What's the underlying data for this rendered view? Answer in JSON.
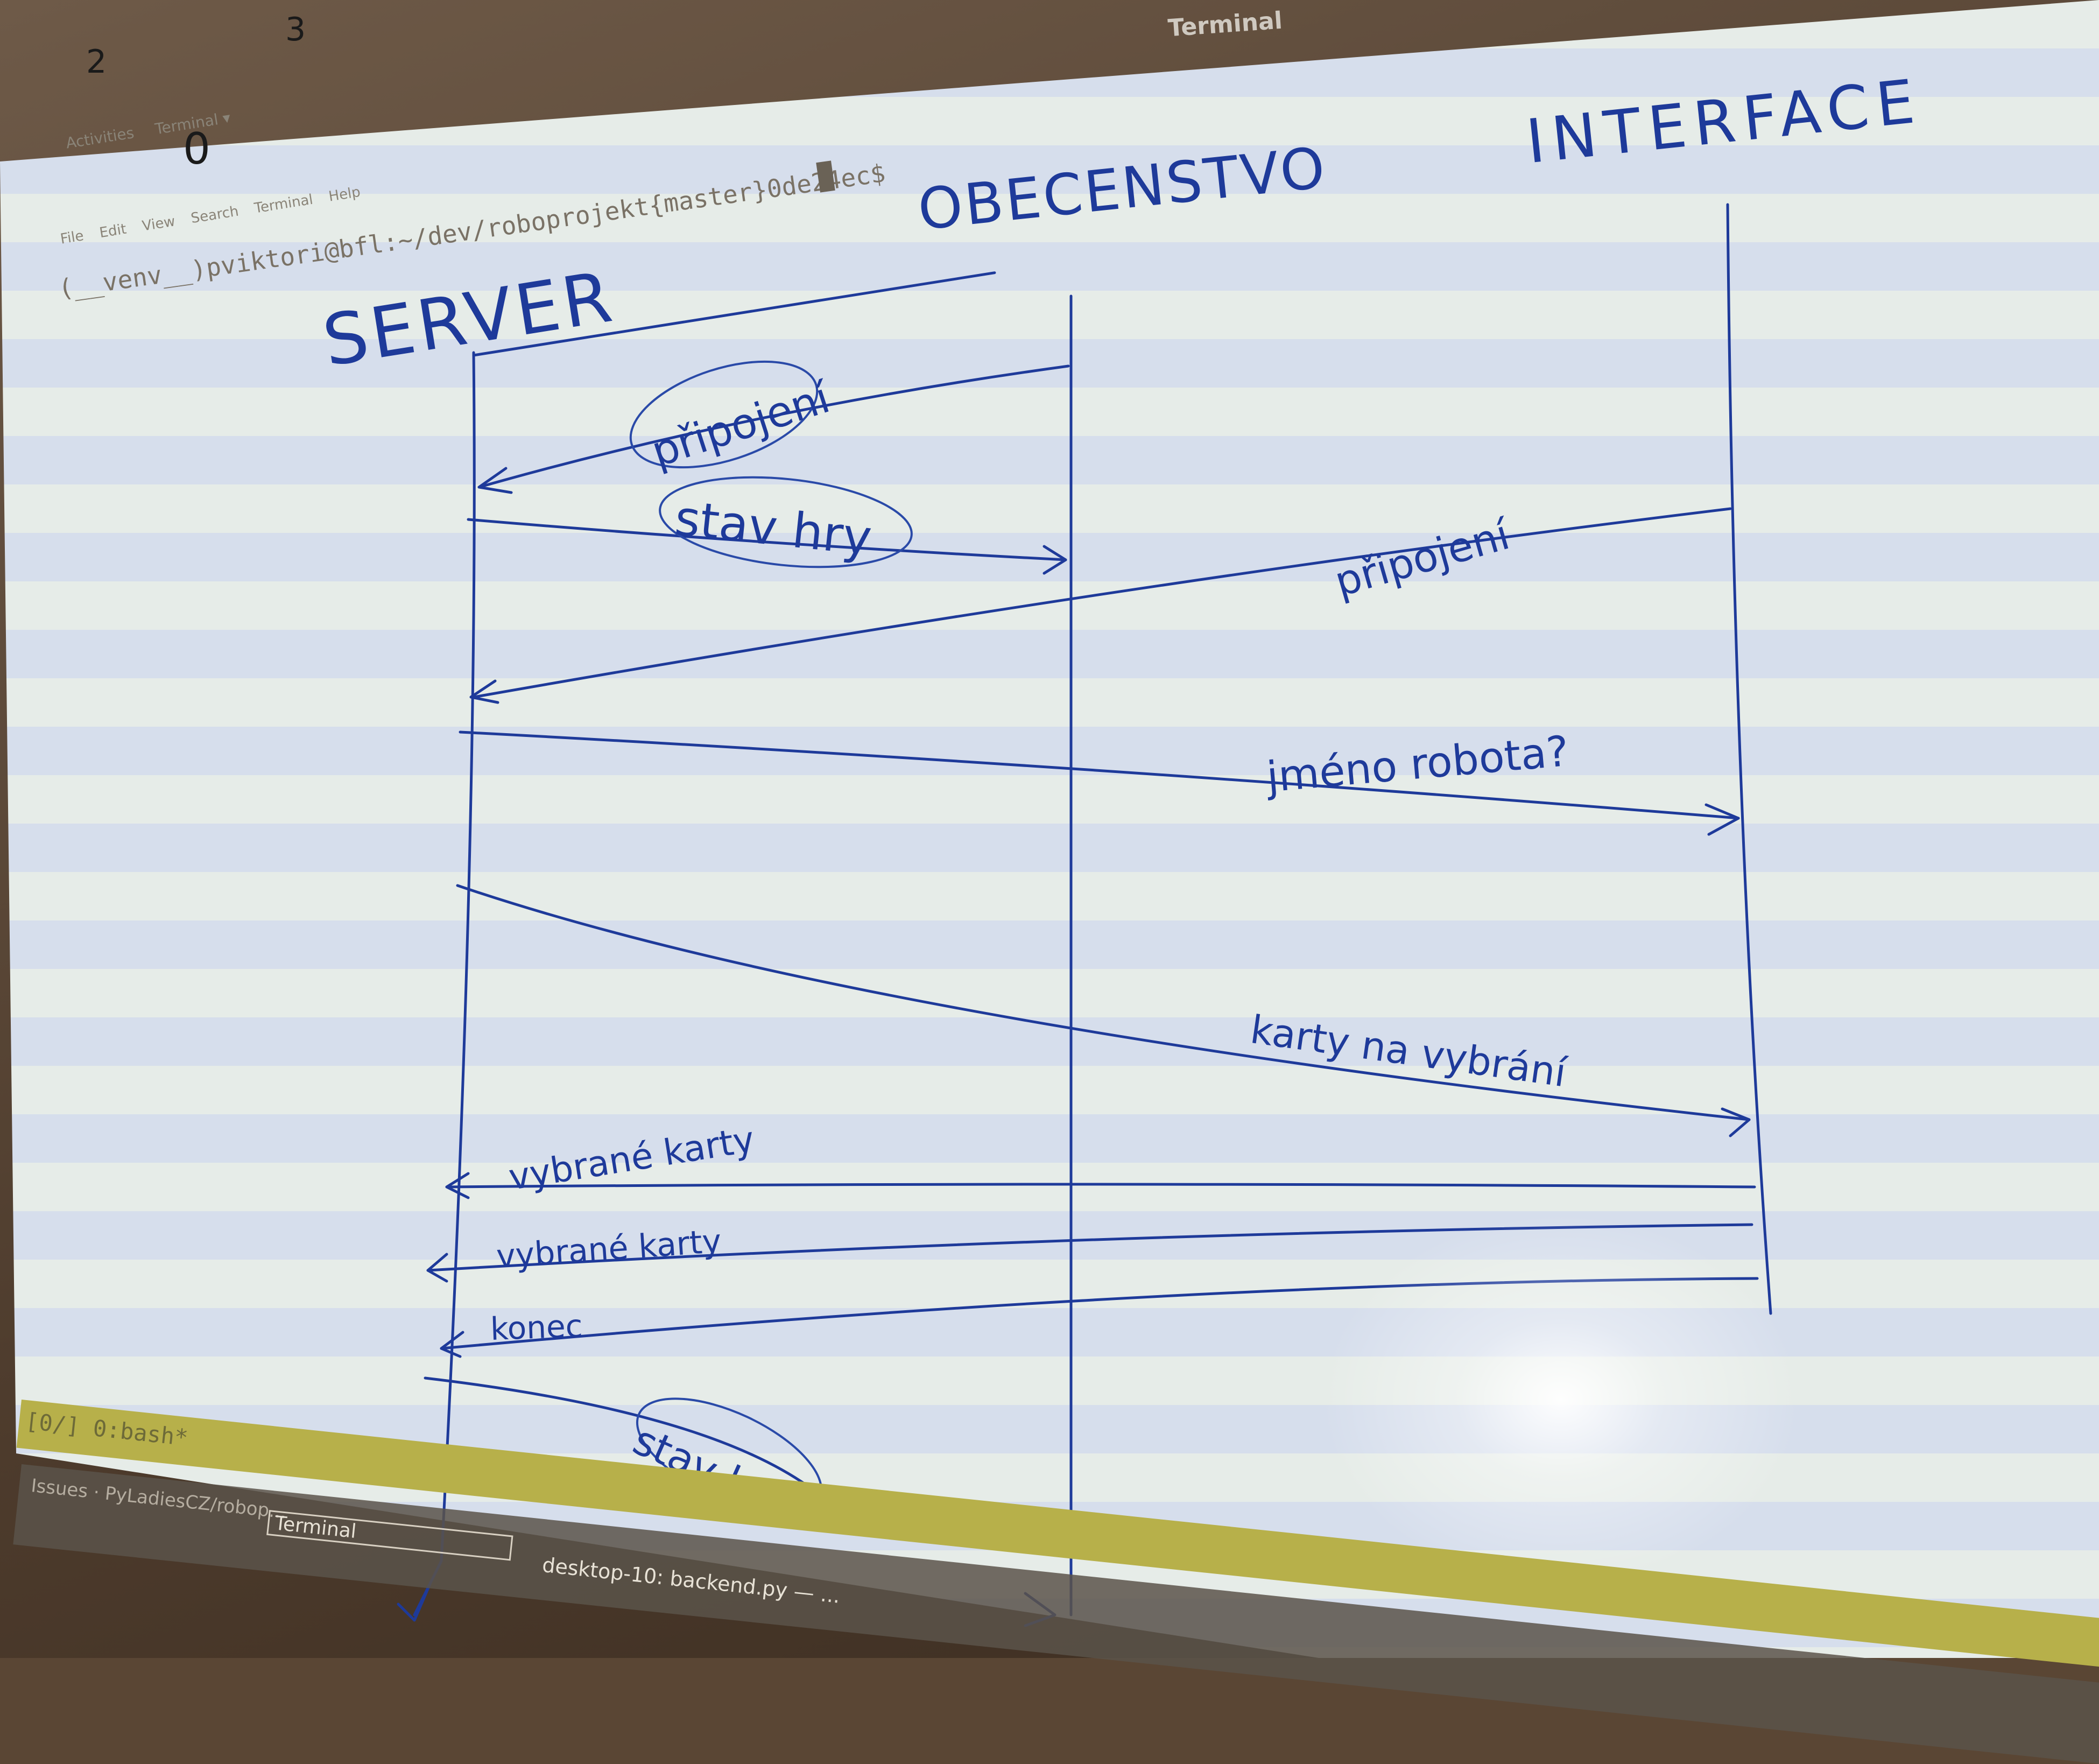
{
  "window_title": "Terminal",
  "topbar": {
    "activities": "Activities",
    "app_menu": "Terminal ▾"
  },
  "menu": [
    "File",
    "Edit",
    "View",
    "Search",
    "Terminal",
    "Help"
  ],
  "prompt": "(__venv__)pviktori@bfl:~/dev/roboprojekt{master}0de24ec$",
  "tmux_status": "[0/] 0:bash*",
  "taskbar": {
    "issues": "Issues · PyLadiesCZ/robop...",
    "terminal": "Terminal",
    "desktop": "desktop-10: backend.py — ..."
  },
  "marker_digits": [
    "2",
    "3",
    "0"
  ],
  "diagram": {
    "participants": [
      "SERVER",
      "OBECENSTVO",
      "INTERFACE"
    ],
    "messages": [
      {
        "label": "připojení",
        "from": "OBECENSTVO",
        "to": "SERVER"
      },
      {
        "label": "stav hry",
        "from": "SERVER",
        "to": "OBECENSTVO"
      },
      {
        "label": "připojení",
        "from": "INTERFACE",
        "to": "SERVER"
      },
      {
        "label": "jméno robota?",
        "from": "SERVER",
        "to": "INTERFACE"
      },
      {
        "label": "karty na vybrání",
        "from": "SERVER",
        "to": "INTERFACE"
      },
      {
        "label": "vybrané karty",
        "from": "INTERFACE",
        "to": "SERVER"
      },
      {
        "label": "vybrané karty",
        "from": "INTERFACE",
        "to": "SERVER"
      },
      {
        "label": "konec",
        "from": "INTERFACE",
        "to": "SERVER"
      },
      {
        "label": "stav hry",
        "from": "SERVER",
        "to": "OBECENSTVO"
      }
    ],
    "ink_color": "#1e3a9a"
  }
}
